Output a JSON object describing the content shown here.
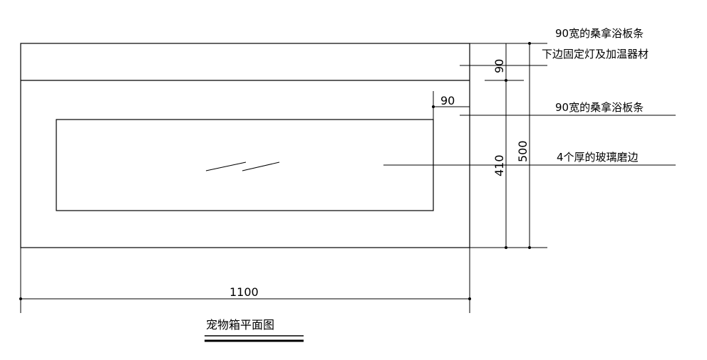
{
  "drawing": {
    "title": "宠物箱平面图",
    "dimensions": {
      "width_total": "1100",
      "height_total": "500",
      "height_inner": "410",
      "top_strip": "90",
      "side_strip": "90"
    },
    "notes": {
      "top_strip_line1": "90宽的桑拿浴板条",
      "top_strip_line2": "下边固定灯及加温器材",
      "side_strip": "90宽的桑拿浴板条",
      "glass": "4个厚的玻璃磨边"
    }
  }
}
